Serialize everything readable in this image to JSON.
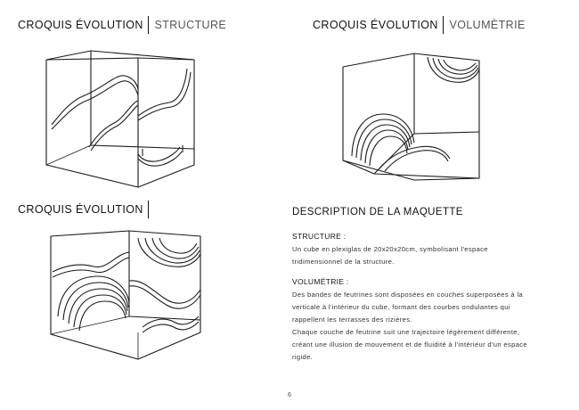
{
  "sketch1": {
    "heading": "CROQUIS ÉVOLUTION",
    "subheading": "STRUCTURE"
  },
  "sketch2": {
    "heading": "CROQUIS ÉVOLUTION",
    "subheading": "VOLUMÈTRIE"
  },
  "sketch3": {
    "heading": "CROQUIS ÉVOLUTION",
    "subheading": ""
  },
  "description": {
    "title": "DESCRIPTION DE LA MAQUETTE",
    "structure_title": "STRUCTURE :",
    "structure_lines": [
      "Un cube en plexiglas de 20x20x20cm, symbolisant l'espace",
      "tridimensionnel de la structure."
    ],
    "volumetrie_title": "VOLUMÉTRIE :",
    "volumetrie_lines": [
      "Des bandes de feutrines sont disposées en couches superposées à la",
      "verticale à l'intérieur du cube, formant des courbes ondulantes qui",
      "rappellent les terrasses des rizières.",
      "Chaque couche de feutrine suit une trajectoire légèrement différente,",
      "créant une illusion de mouvement et de fluidité à l'intérieur d'un espace",
      "rigide."
    ]
  },
  "page_number": "6"
}
